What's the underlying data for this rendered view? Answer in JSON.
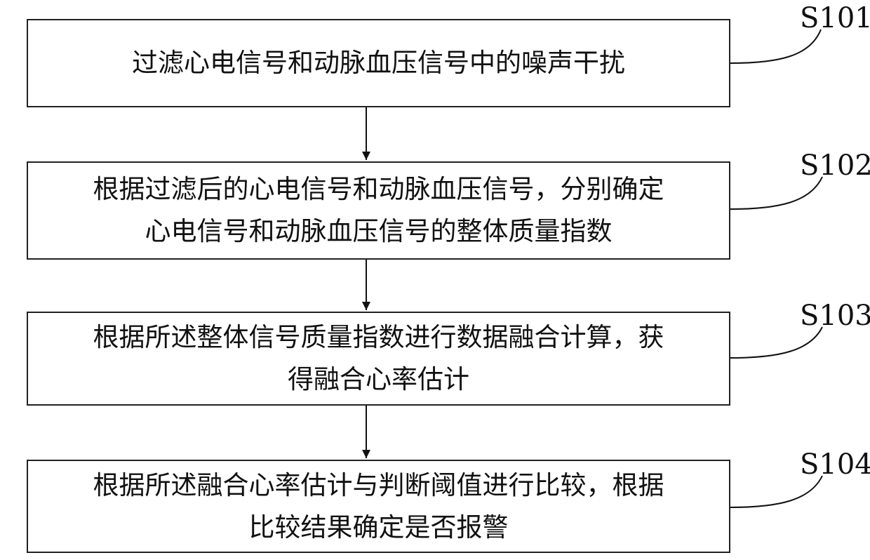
{
  "steps": [
    {
      "id": "S101",
      "text": "过滤心电信号和动脉血压信号中的噪声干扰"
    },
    {
      "id": "S102",
      "text": "根据过滤后的心电信号和动脉血压信号，分别确定\n心电信号和动脉血压信号的整体质量指数"
    },
    {
      "id": "S103",
      "text": "根据所述整体信号质量指数进行数据融合计算，获\n得融合心率估计"
    },
    {
      "id": "S104",
      "text": "根据所述融合心率估计与判断阈值进行比较，根据\n比较结果确定是否报警"
    }
  ]
}
